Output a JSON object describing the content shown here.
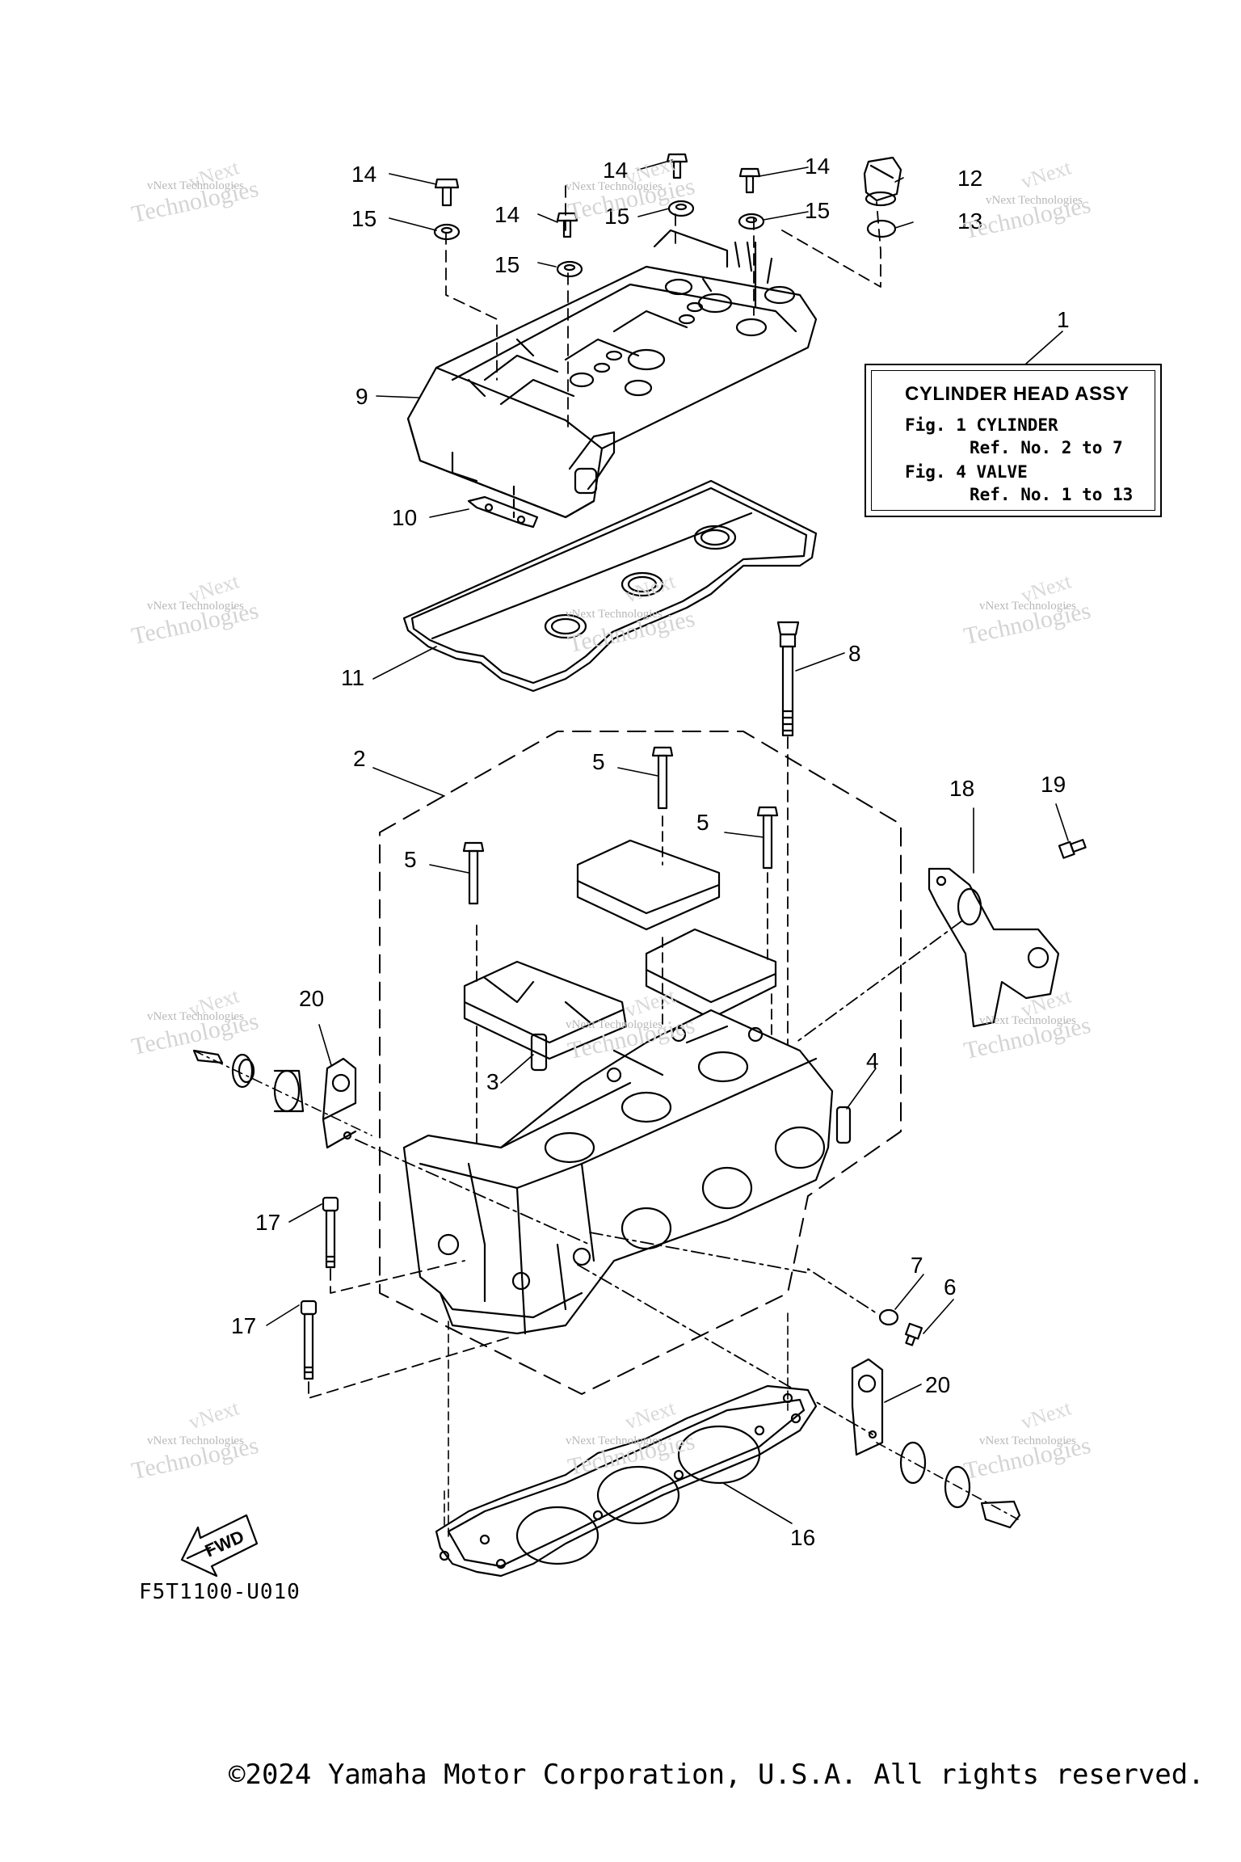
{
  "legend": {
    "title": "CYLINDER HEAD ASSY",
    "line1": "Fig. 1 CYLINDER",
    "line2": "Ref. No. 2 to 7",
    "line3": "Fig. 4 VALVE",
    "line4": "Ref. No. 1 to 13"
  },
  "figure_code": "F5T1100-U010",
  "fwd_label": "FWD",
  "copyright": "©2024 Yamaha Motor Corporation, U.S.A. All rights reserved.",
  "watermark": {
    "small": "vNext Technologies",
    "large": "Technologies",
    "top": "vNext"
  },
  "callouts": [
    "1",
    "2",
    "3",
    "4",
    "5",
    "5",
    "5",
    "6",
    "7",
    "8",
    "9",
    "10",
    "11",
    "12",
    "13",
    "14",
    "14",
    "14",
    "14",
    "15",
    "15",
    "15",
    "15",
    "16",
    "17",
    "17",
    "18",
    "19",
    "20",
    "20"
  ]
}
